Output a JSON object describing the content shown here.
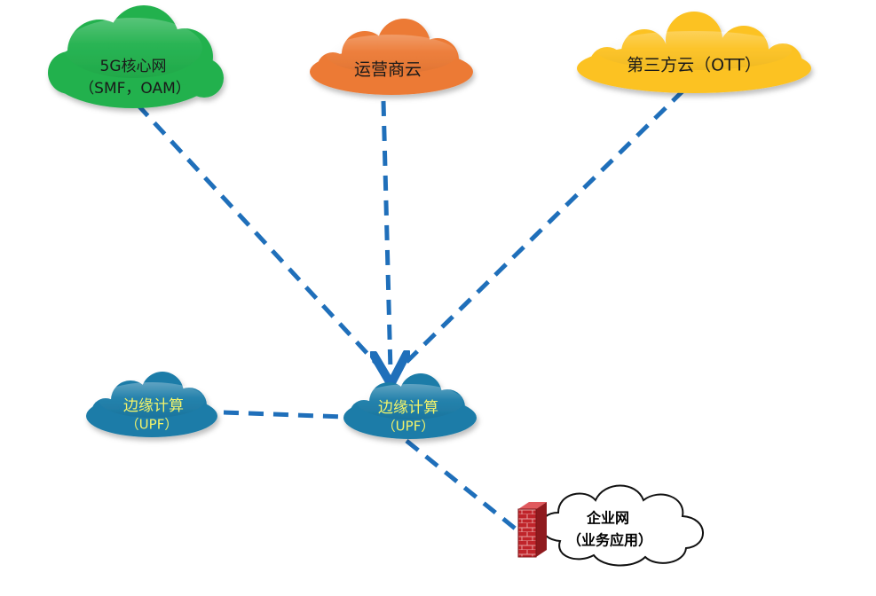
{
  "nodes": {
    "core_network": {
      "line1": "5G核心网",
      "line2": "（SMF，OAM）",
      "fill": "#21b14d",
      "text_color": "#1a1a1a"
    },
    "operator_cloud": {
      "line1": "运营商云",
      "fill": "#ec7a35",
      "text_color": "#1a1a1a"
    },
    "third_party_cloud": {
      "line1": "第三方云（OTT）",
      "fill": "#fcc223",
      "text_color": "#1a1a1a"
    },
    "edge_left": {
      "line1": "边缘计算",
      "line2": "（UPF）",
      "fill": "#1b7ca8",
      "text_color": "#f4f46a"
    },
    "edge_center": {
      "line1": "边缘计算",
      "line2": "（UPF）",
      "fill": "#1b7ca8",
      "text_color": "#f4f46a"
    },
    "enterprise": {
      "line1": "企业网",
      "line2": "（业务应用）",
      "fill": "#ffffff",
      "text_color": "#000000"
    }
  },
  "connector_color": "#1f6fba",
  "firewall_color": "#c0242a"
}
